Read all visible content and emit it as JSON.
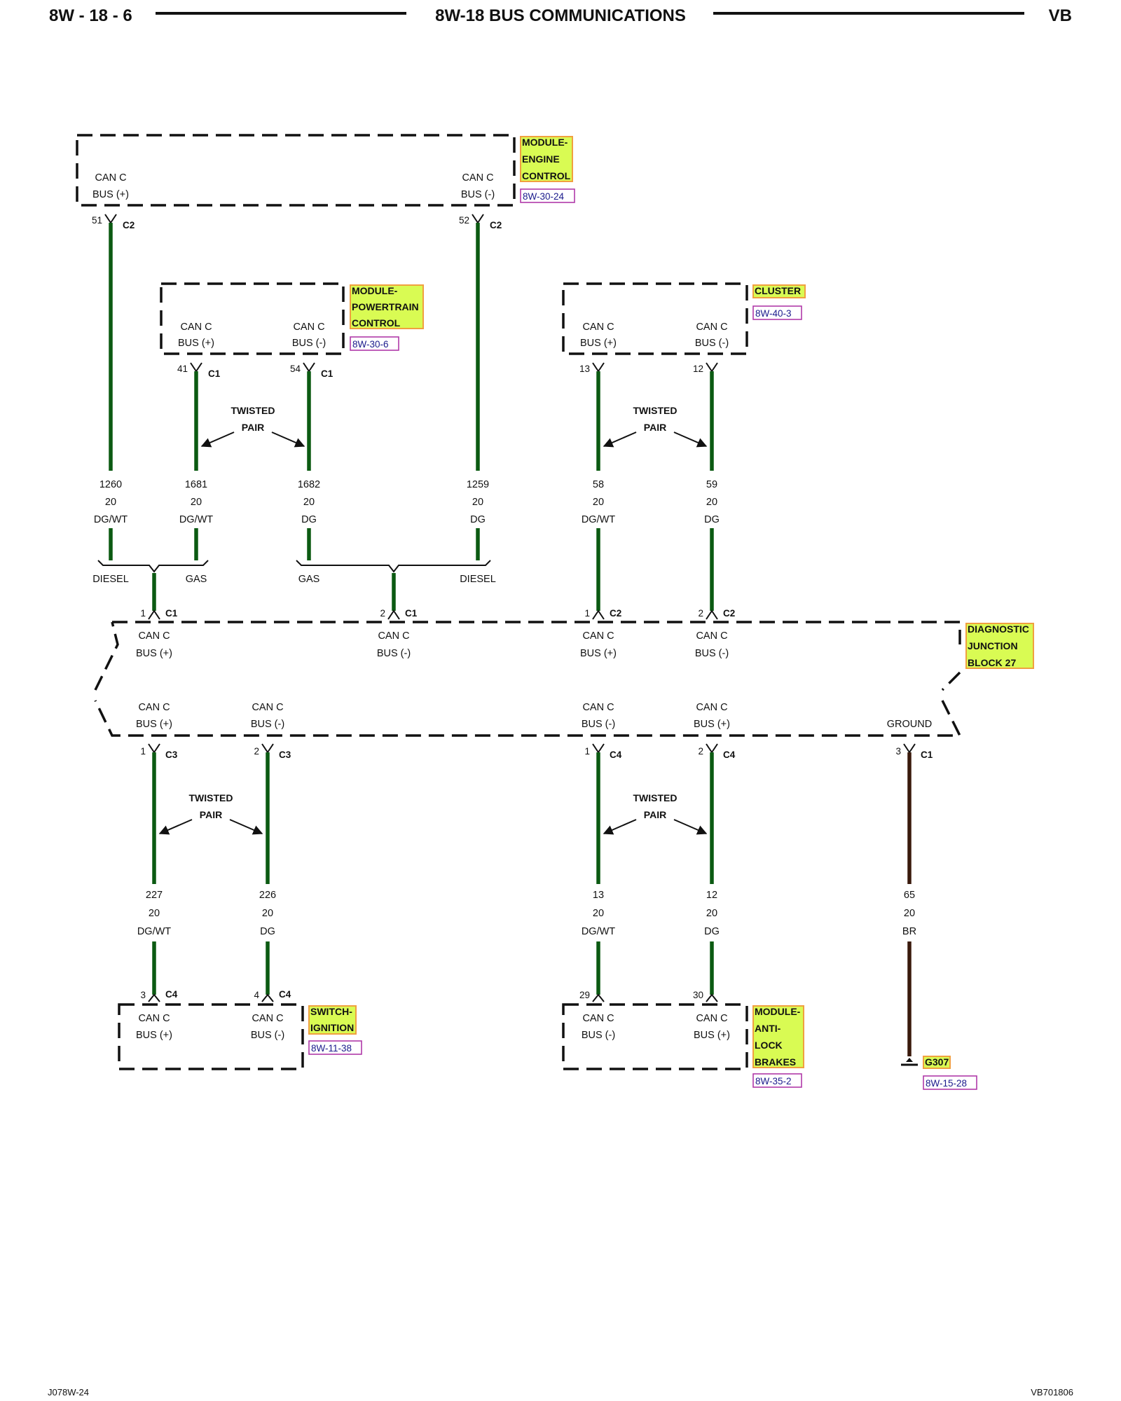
{
  "header": {
    "page_id": "8W - 18 - 6",
    "title": "8W-18 BUS COMMUNICATIONS",
    "vehicle": "VB"
  },
  "footer": {
    "left_code": "J078W-24",
    "right_code": "VB701806"
  },
  "modules": {
    "ecm": {
      "name_lines": [
        "MODULE-",
        "ENGINE",
        "CONTROL"
      ],
      "ref": "8W-30-24",
      "pin_plus": [
        "CAN C",
        "BUS (+)"
      ],
      "pin_minus": [
        "CAN C",
        "BUS (-)"
      ]
    },
    "pcm": {
      "name_lines": [
        "MODULE-",
        "POWERTRAIN",
        "CONTROL"
      ],
      "ref": "8W-30-6",
      "pin_plus": [
        "CAN C",
        "BUS (+)"
      ],
      "pin_minus": [
        "CAN C",
        "BUS (-)"
      ]
    },
    "cluster": {
      "name_lines": [
        "CLUSTER"
      ],
      "ref": "8W-40-3",
      "pin_plus": [
        "CAN C",
        "BUS (+)"
      ],
      "pin_minus": [
        "CAN C",
        "BUS (-)"
      ]
    },
    "djb": {
      "name_lines": [
        "DIAGNOSTIC",
        "JUNCTION",
        "BLOCK 27"
      ],
      "top_pins": [
        [
          "CAN C",
          "BUS (+)"
        ],
        [
          "CAN C",
          "BUS (-)"
        ],
        [
          "CAN C",
          "BUS (+)"
        ],
        [
          "CAN C",
          "BUS (-)"
        ]
      ],
      "bottom_pins": [
        [
          "CAN C",
          "BUS (+)"
        ],
        [
          "CAN C",
          "BUS (-)"
        ],
        [
          "CAN C",
          "BUS (-)"
        ],
        [
          "CAN C",
          "BUS (+)"
        ],
        [
          "GROUND"
        ]
      ]
    },
    "ignition": {
      "name_lines": [
        "SWITCH-",
        "IGNITION"
      ],
      "ref": "8W-11-38",
      "pin_plus": [
        "CAN C",
        "BUS (+)"
      ],
      "pin_minus": [
        "CAN C",
        "BUS (-)"
      ]
    },
    "abs": {
      "name_lines": [
        "MODULE-",
        "ANTI-",
        "LOCK",
        "BRAKES"
      ],
      "ref": "8W-35-2",
      "pin_minus": [
        "CAN C",
        "BUS (-)"
      ],
      "pin_plus": [
        "CAN C",
        "BUS (+)"
      ]
    },
    "ground": {
      "name": "G307",
      "ref": "8W-15-28"
    }
  },
  "wires": [
    {
      "circuit": "1260",
      "gauge": "20",
      "color": "DG/WT"
    },
    {
      "circuit": "1681",
      "gauge": "20",
      "color": "DG/WT"
    },
    {
      "circuit": "1682",
      "gauge": "20",
      "color": "DG"
    },
    {
      "circuit": "1259",
      "gauge": "20",
      "color": "DG"
    },
    {
      "circuit": "58",
      "gauge": "20",
      "color": "DG/WT"
    },
    {
      "circuit": "59",
      "gauge": "20",
      "color": "DG"
    },
    {
      "circuit": "227",
      "gauge": "20",
      "color": "DG/WT"
    },
    {
      "circuit": "226",
      "gauge": "20",
      "color": "DG"
    },
    {
      "circuit": "13",
      "gauge": "20",
      "color": "DG/WT"
    },
    {
      "circuit": "12",
      "gauge": "20",
      "color": "DG"
    },
    {
      "circuit": "65",
      "gauge": "20",
      "color": "BR"
    }
  ],
  "connectors": {
    "ecm_51": {
      "pin": "51",
      "conn": "C2"
    },
    "ecm_52": {
      "pin": "52",
      "conn": "C2"
    },
    "pcm_41": {
      "pin": "41",
      "conn": "C1"
    },
    "pcm_54": {
      "pin": "54",
      "conn": "C1"
    },
    "cl_13": {
      "pin": "13"
    },
    "cl_12": {
      "pin": "12"
    },
    "djb_c1_1": {
      "pin": "1",
      "conn": "C1"
    },
    "djb_c1_2": {
      "pin": "2",
      "conn": "C1"
    },
    "djb_c2_1": {
      "pin": "1",
      "conn": "C2"
    },
    "djb_c2_2": {
      "pin": "2",
      "conn": "C2"
    },
    "djb_c3_1": {
      "pin": "1",
      "conn": "C3"
    },
    "djb_c3_2": {
      "pin": "2",
      "conn": "C3"
    },
    "djb_c4_1": {
      "pin": "1",
      "conn": "C4"
    },
    "djb_c4_2": {
      "pin": "2",
      "conn": "C4"
    },
    "djb_gnd": {
      "pin": "3",
      "conn": "C1"
    },
    "ign_3": {
      "pin": "3",
      "conn": "C4"
    },
    "ign_4": {
      "pin": "4",
      "conn": "C4"
    },
    "abs_29": {
      "pin": "29"
    },
    "abs_30": {
      "pin": "30"
    }
  },
  "splices": {
    "left": [
      "DIESEL",
      "GAS"
    ],
    "right": [
      "GAS",
      "DIESEL"
    ]
  },
  "twisted_pair": [
    "TWISTED",
    "PAIR"
  ]
}
